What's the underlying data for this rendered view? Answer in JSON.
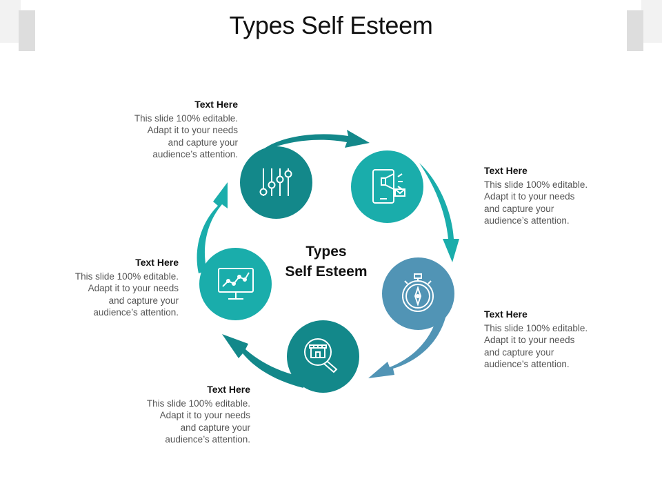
{
  "title": "Types Self Esteem",
  "center": {
    "line1": "Types",
    "line2": "Self Esteem"
  },
  "colors": {
    "c1": "#13888a",
    "c2": "#1aadab",
    "c3": "#5194b5",
    "c4": "#13888a",
    "c5": "#1aadab"
  },
  "items": [
    {
      "heading": "Text Here",
      "body": [
        "This slide 100% editable.",
        "Adapt it to your needs",
        "and capture your",
        "audience’s attention."
      ],
      "icon": "sliders-icon"
    },
    {
      "heading": "Text Here",
      "body": [
        "This slide 100% editable.",
        "Adapt it to your needs",
        "and capture your",
        "audience’s attention."
      ],
      "icon": "mobile-marketing-icon"
    },
    {
      "heading": "Text Here",
      "body": [
        "This slide 100% editable.",
        "Adapt it to your needs",
        "and capture your",
        "audience’s attention."
      ],
      "icon": "stopwatch-icon"
    },
    {
      "heading": "Text Here",
      "body": [
        "This slide 100% editable.",
        "Adapt it to your needs",
        "and capture your",
        "audience’s attention."
      ],
      "icon": "store-search-icon"
    },
    {
      "heading": "Text Here",
      "body": [
        "This slide 100% editable.",
        "Adapt it to your needs",
        "and capture your",
        "audience’s attention."
      ],
      "icon": "monitor-chart-icon"
    }
  ]
}
